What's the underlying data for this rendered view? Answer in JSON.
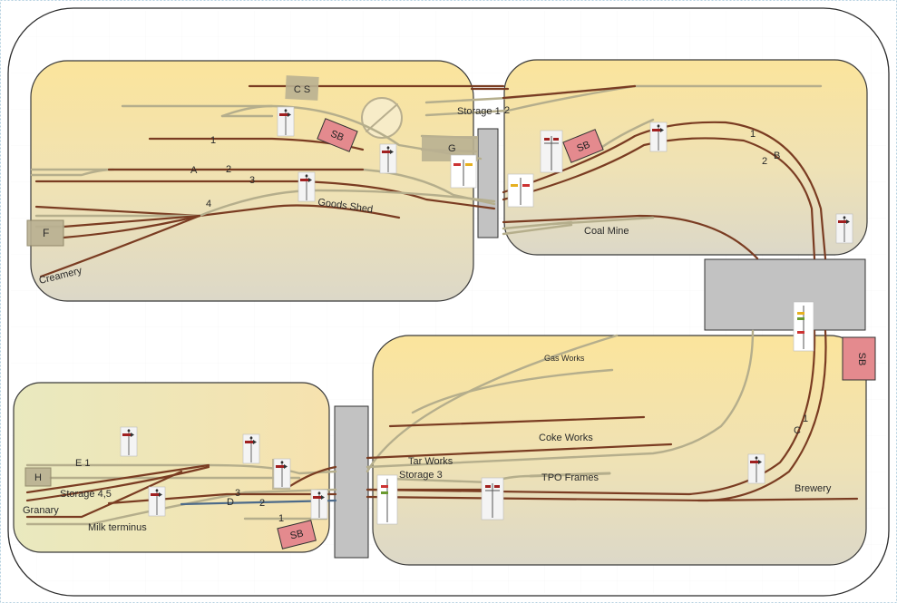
{
  "labels": {
    "cs": "C S",
    "storage_1": "Storage 1",
    "storage_2": "2",
    "track_1_left": "1",
    "track_a": "A",
    "track_2_left": "2",
    "track_3_left": "3",
    "track_4_left": "4",
    "goods_shed": "Goods Shed",
    "g": "G",
    "f": "F",
    "creamery": "Creamery",
    "coal_mine": "Coal Mine",
    "track_1_right": "1",
    "track_2_right": "2",
    "track_b": "B",
    "gas_works": "Gas Works",
    "coke_works": "Coke Works",
    "tar_works": "Tar Works",
    "storage_3": "Storage 3",
    "tpo_frames": "TPO Frames",
    "brewery": "Brewery",
    "track_1_bottom": "1",
    "track_c": "C",
    "h": "H",
    "e1": "E 1",
    "storage_45": "Storage 4,5",
    "granary": "Granary",
    "milk_terminus": "Milk terminus",
    "d": "D",
    "track_3_bottom": "3",
    "track_2_bottom": "2",
    "track_1_bl": "1"
  },
  "signal_boxes": [
    "SB",
    "SB",
    "SB",
    "SB"
  ],
  "colors": {
    "panel_top": "#fbe7a4",
    "panel_bottom": "#e0dccb",
    "track_brown": "#7a3c22",
    "track_grey": "#b5ae8c",
    "sb_fill": "#e48a8e",
    "bridge_fill": "#c0c0c0"
  }
}
